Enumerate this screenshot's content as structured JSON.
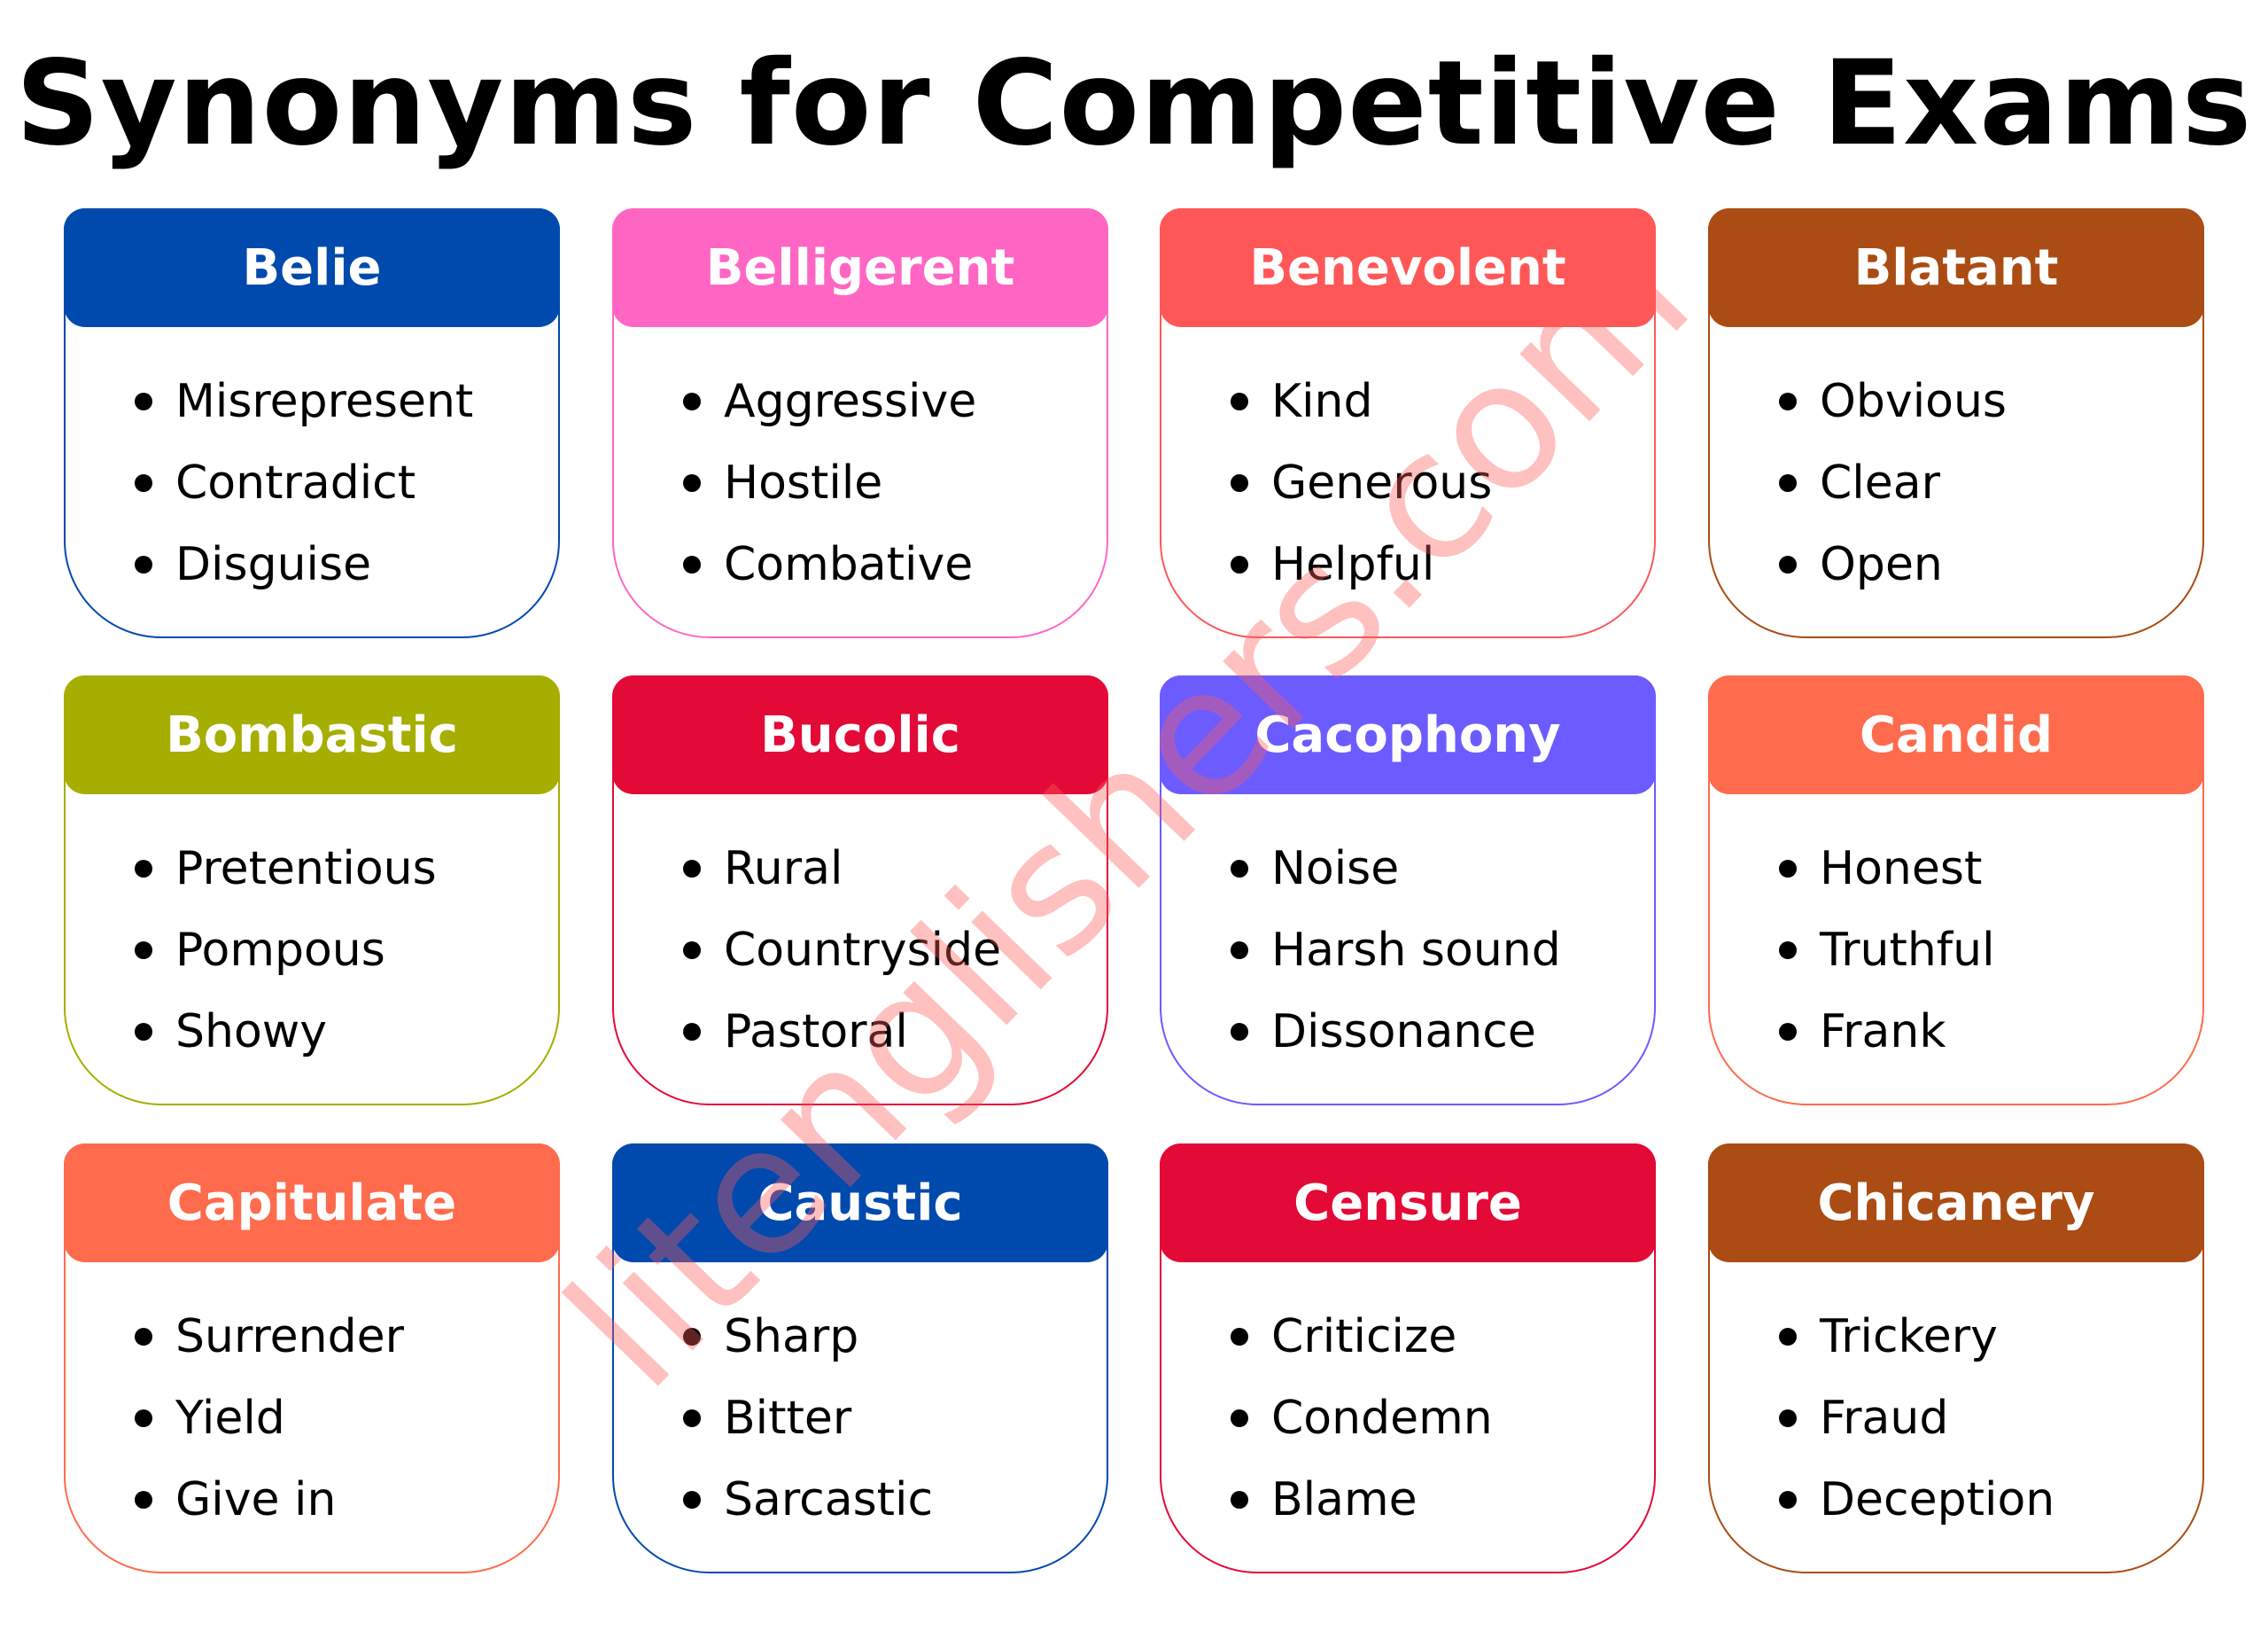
{
  "title": "Synonyms for Competitive Exams",
  "watermark": "litenglishers.com",
  "cards": [
    {
      "word": "Belie",
      "color": "#004AAD",
      "synonyms": [
        "Misrepresent",
        "Contradict",
        "Disguise"
      ]
    },
    {
      "word": "Belligerent",
      "color": "#FF66C4",
      "synonyms": [
        "Aggressive",
        "Hostile",
        "Combative"
      ]
    },
    {
      "word": "Benevolent",
      "color": "#FF5757",
      "synonyms": [
        "Kind",
        "Generous",
        "Helpful"
      ]
    },
    {
      "word": "Blatant",
      "color": "#AA4C13",
      "synonyms": [
        "Obvious",
        "Clear",
        "Open"
      ]
    },
    {
      "word": "Bombastic",
      "color": "#A6AE00",
      "synonyms": [
        "Pretentious",
        "Pompous",
        "Showy"
      ]
    },
    {
      "word": "Bucolic",
      "color": "#E30A37",
      "synonyms": [
        "Rural",
        "Countryside",
        "Pastoral"
      ]
    },
    {
      "word": "Cacophony",
      "color": "#6C5CFF",
      "synonyms": [
        "Noise",
        "Harsh sound",
        "Dissonance"
      ]
    },
    {
      "word": "Candid",
      "color": "#FF6B4D",
      "synonyms": [
        "Honest",
        "Truthful",
        "Frank"
      ]
    },
    {
      "word": "Capitulate",
      "color": "#FF6B4D",
      "synonyms": [
        "Surrender",
        "Yield",
        "Give in"
      ]
    },
    {
      "word": "Caustic",
      "color": "#004AAD",
      "synonyms": [
        "Sharp",
        "Bitter",
        "Sarcastic"
      ]
    },
    {
      "word": "Censure",
      "color": "#E30A37",
      "synonyms": [
        "Criticize",
        "Condemn",
        "Blame"
      ]
    },
    {
      "word": "Chicanery",
      "color": "#AA4C13",
      "synonyms": [
        "Trickery",
        "Fraud",
        "Deception"
      ]
    }
  ]
}
